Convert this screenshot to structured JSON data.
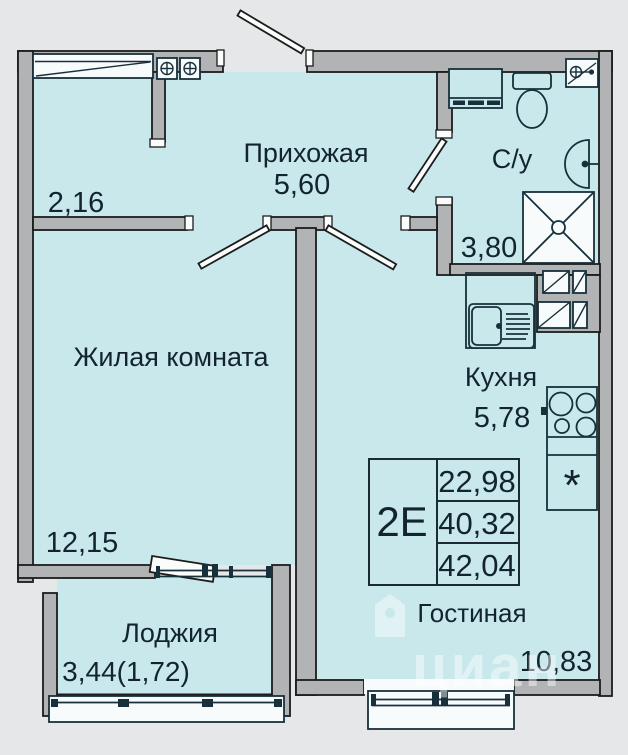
{
  "plan": {
    "kind": "apartment-floor-plan",
    "language": "ru",
    "rooms": {
      "wardrobe": {
        "area": "2,16"
      },
      "hallway": {
        "name": "Прихожая",
        "area": "5,60"
      },
      "bathroom": {
        "name": "С/у",
        "area": "3,80"
      },
      "living_room": {
        "name": "Жилая комната",
        "area": "12,15"
      },
      "kitchen": {
        "name": "Кухня",
        "area": "5,78"
      },
      "lounge": {
        "name": "Гостиная",
        "area": "10,83"
      },
      "loggia": {
        "name": "Лоджия",
        "area": "3,44(1,72)"
      }
    },
    "info_table": {
      "type_label": "2Е",
      "values": [
        "22,98",
        "40,32",
        "42,04"
      ]
    },
    "symbols": {
      "refrigerator": "*"
    },
    "fixtures": [
      "entrance-door",
      "interior-door",
      "bathroom-door",
      "balcony-door",
      "window",
      "ventilation-shaft",
      "washing-machine",
      "toilet",
      "wash-basin",
      "shower-tray",
      "electrical-panel",
      "kitchen-sink",
      "stove",
      "refrigerator",
      "loggia-railing"
    ],
    "watermark": {
      "brand": "циан"
    },
    "colors": {
      "background": "#e6e7e8",
      "room_fill": "#c9e8ec",
      "wall_fill": "#b2b3b5",
      "wall_outline": "#1c1c1c",
      "fixture_outline": "#17303b",
      "text": "#132430",
      "watermark": "#ffffff"
    }
  }
}
